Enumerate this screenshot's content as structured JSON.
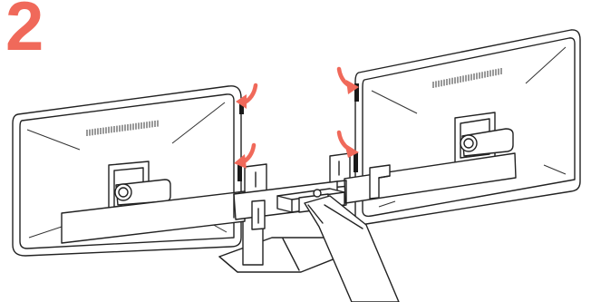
{
  "step": {
    "number": "2"
  },
  "colors": {
    "accent": "#f0695a",
    "line": "#222222",
    "background": "#ffffff"
  },
  "figure": {
    "parts": [
      "left-monitor",
      "right-monitor",
      "crossbar",
      "vesa-mounts",
      "center-clamp",
      "stand-base",
      "stand-pole"
    ],
    "arrow_count": 4
  }
}
